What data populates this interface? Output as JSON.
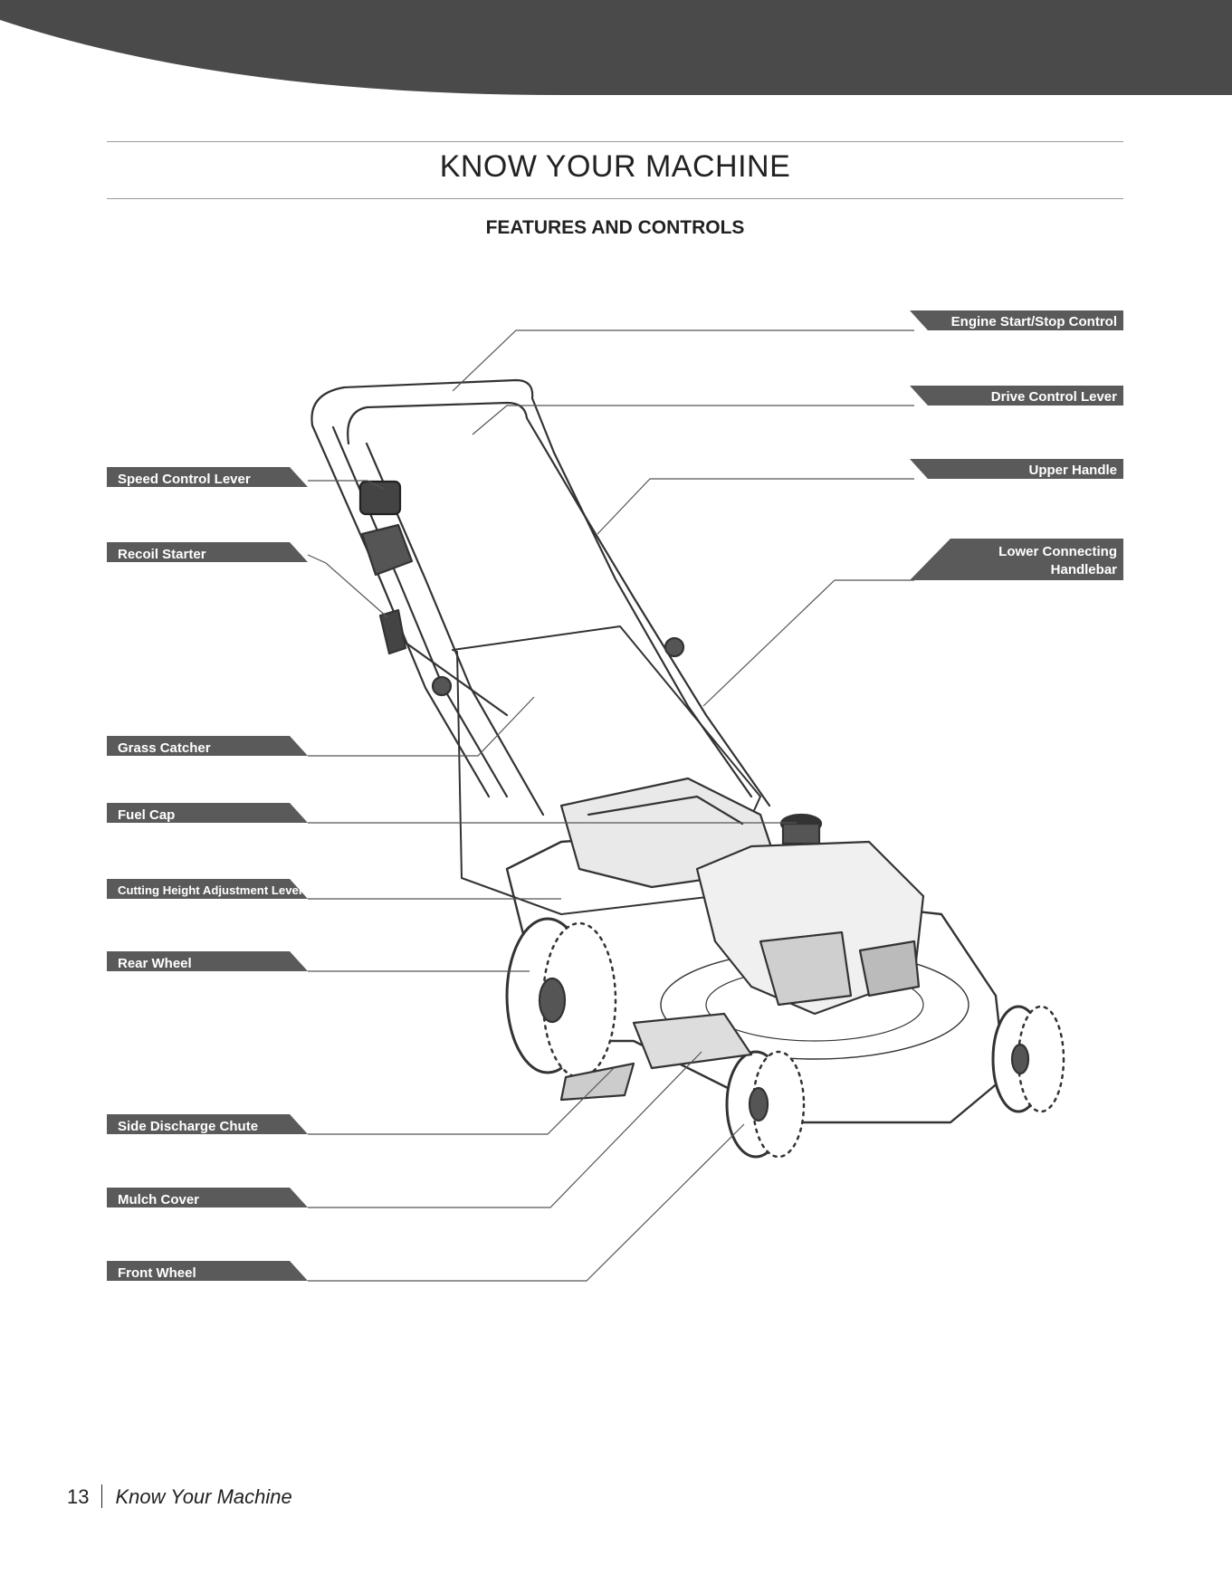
{
  "header": {
    "title": "KNOW YOUR MACHINE",
    "subtitle": "FEATURES AND CONTROLS"
  },
  "callouts": {
    "left": [
      "Speed Control Lever",
      "Recoil Starter",
      "Grass Catcher",
      "Fuel Cap",
      "Cutting Height Adjustment Lever",
      "Rear Wheel",
      "Side Discharge Chute",
      "Mulch Cover",
      "Front Wheel"
    ],
    "right": [
      "Engine Start/Stop Control",
      "Drive Control Lever",
      "Upper Handle",
      "Lower Connecting",
      "Handlebar"
    ]
  },
  "footer": {
    "page_number": "13",
    "section": "Know Your Machine"
  },
  "colors": {
    "banner": "#4a4a4a",
    "label_bg": "#5a5a5a",
    "label_text": "#ffffff",
    "leader_line": "#555555"
  }
}
